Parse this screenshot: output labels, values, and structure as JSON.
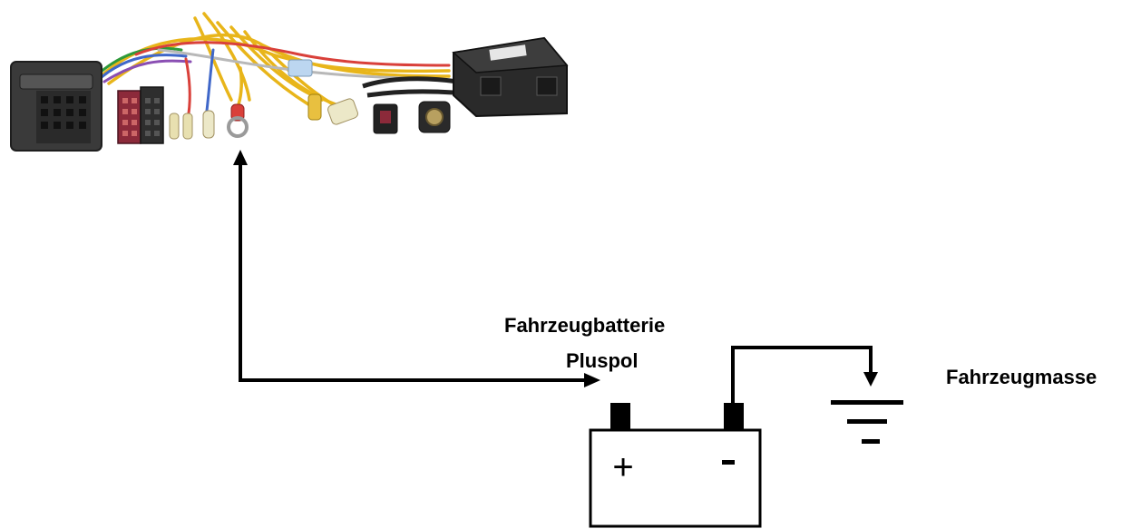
{
  "labels": {
    "battery_line1": "Fahrzeugbatterie",
    "battery_line2": "Pluspol",
    "ground": "Fahrzeugmasse"
  },
  "battery": {
    "plus_symbol": "+",
    "minus_symbol": "-"
  },
  "icons": {
    "harness": "wiring-harness-icon",
    "ground": "ground-symbol-icon",
    "battery": "battery-icon"
  },
  "colors": {
    "lines": "#000000",
    "harness_wire": "#e8b51a",
    "connector": "#3a3a3a"
  }
}
